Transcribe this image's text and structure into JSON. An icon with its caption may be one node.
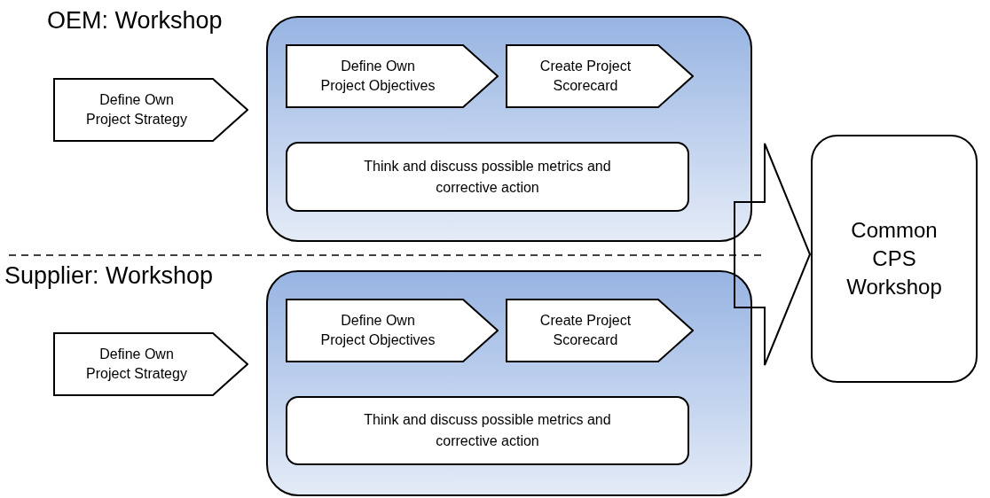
{
  "diagram": {
    "nodes": [
      {
        "text": [
          "OEM: Workshop"
        ]
      },
      {
        "text": [
          "Define Own Project Strategy"
        ]
      },
      {
        "text": [
          "Define Own Project Objectives"
        ],
        "in": 0
      },
      {
        "text": [
          "Create Project Scorecard"
        ],
        "in": 0
      },
      {
        "text": [
          "Think and discuss possible metrics and corrective action"
        ],
        "in": 0
      },
      {
        "text": [
          "Supplier: Workshop"
        ]
      },
      {
        "text": [
          "Define Own Project Strategy"
        ]
      },
      {
        "text": [
          "Define Own Project Objectives"
        ],
        "in": 5
      },
      {
        "text": [
          "Create Project Scorecard"
        ],
        "in": 5
      },
      {
        "text": [
          "Think and discuss possible metrics and corrective action"
        ],
        "in": 5
      },
      {
        "text": [
          "Common CPS Workshop"
        ]
      }
    ],
    "edges": [
      {
        "from": 0,
        "to": 10,
        "arrow": "to"
      },
      {
        "from": 5,
        "to": 10,
        "arrow": "to"
      }
    ]
  }
}
